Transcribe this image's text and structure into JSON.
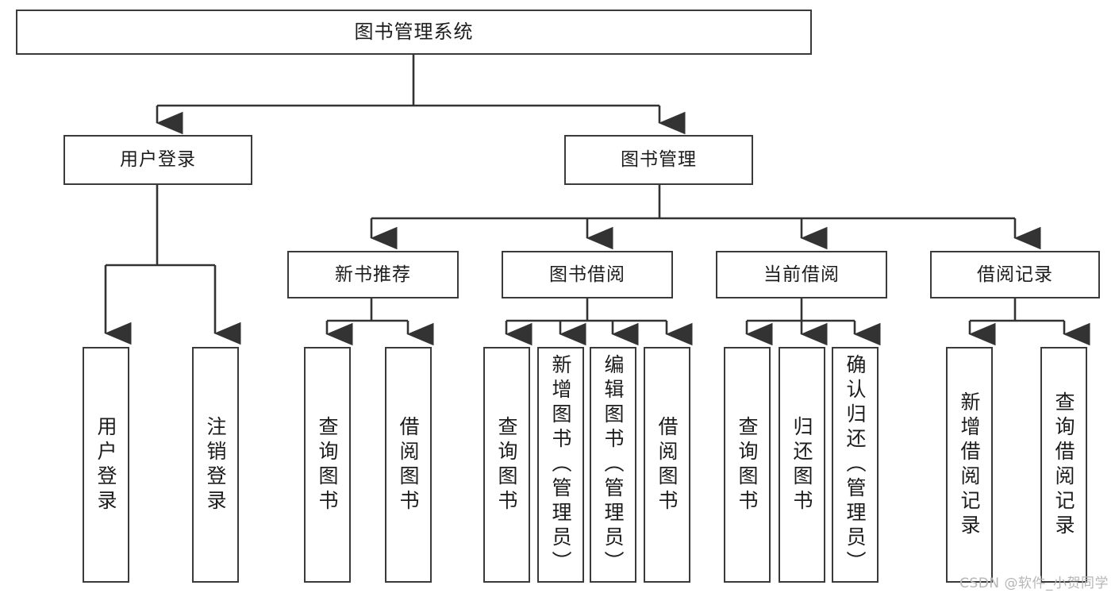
{
  "diagram": {
    "type": "tree",
    "title": "图书管理系统",
    "root": {
      "label": "图书管理系统"
    },
    "level2": [
      {
        "label": "用户登录"
      },
      {
        "label": "图书管理"
      }
    ],
    "level3": [
      {
        "label": "新书推荐"
      },
      {
        "label": "图书借阅"
      },
      {
        "label": "当前借阅"
      },
      {
        "label": "借阅记录"
      }
    ],
    "leaves": {
      "user_login": [
        {
          "label": "用户登录"
        },
        {
          "label": "注销登录"
        }
      ],
      "new_book": [
        {
          "label": "查询图书"
        },
        {
          "label": "借阅图书"
        }
      ],
      "book_borrow": [
        {
          "label": "查询图书"
        },
        {
          "label": "新增图书（管理员）"
        },
        {
          "label": "编辑图书（管理员）"
        },
        {
          "label": "借阅图书"
        }
      ],
      "current_borrow": [
        {
          "label": "查询图书"
        },
        {
          "label": "归还图书"
        },
        {
          "label": "确认归还（管理员）"
        }
      ],
      "borrow_record": [
        {
          "label": "新增借阅记录"
        },
        {
          "label": "查询借阅记录"
        }
      ]
    }
  },
  "watermark": {
    "text": "CSDN @软件_小贺同学"
  },
  "colors": {
    "box_border": "#3a3a3a",
    "box_fill": "#ffffff",
    "line": "#333333",
    "text": "#1c1c1c",
    "watermark": "#b6b6b6"
  }
}
